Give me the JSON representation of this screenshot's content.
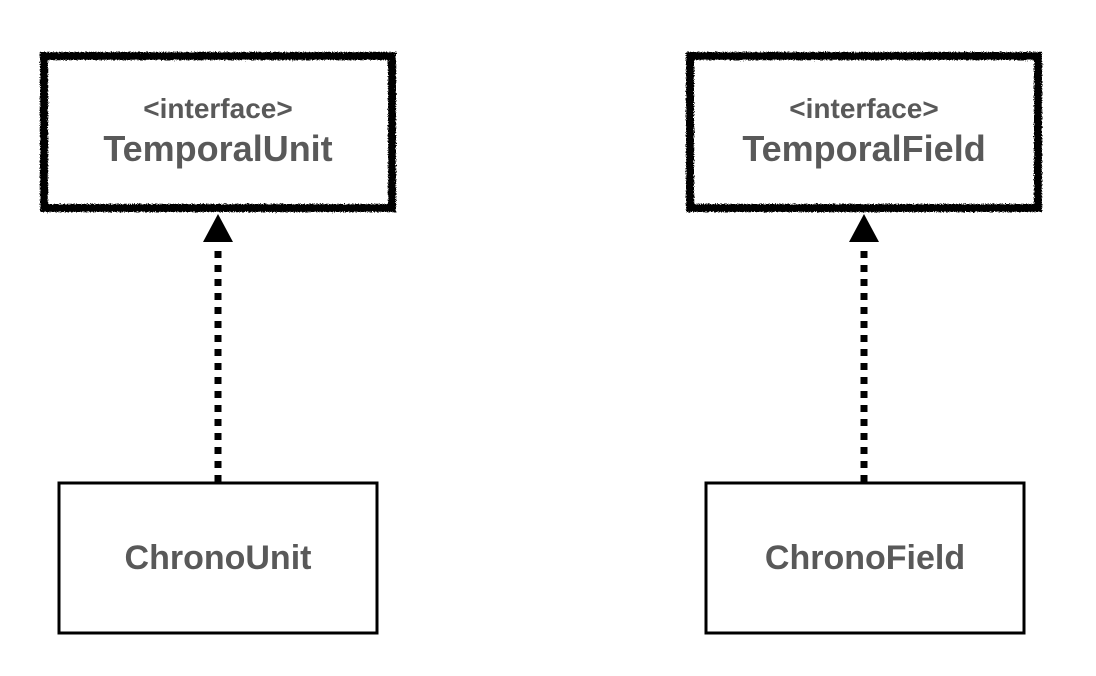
{
  "diagram": {
    "left": {
      "interface": {
        "stereotype": "<interface>",
        "name": "TemporalUnit"
      },
      "class": {
        "name": "ChronoUnit"
      },
      "relation": "realization"
    },
    "right": {
      "interface": {
        "stereotype": "<interface>",
        "name": "TemporalField"
      },
      "class": {
        "name": "ChronoField"
      },
      "relation": "realization"
    },
    "colors": {
      "text": "#595959",
      "stroke": "#000000",
      "background": "#ffffff"
    }
  }
}
